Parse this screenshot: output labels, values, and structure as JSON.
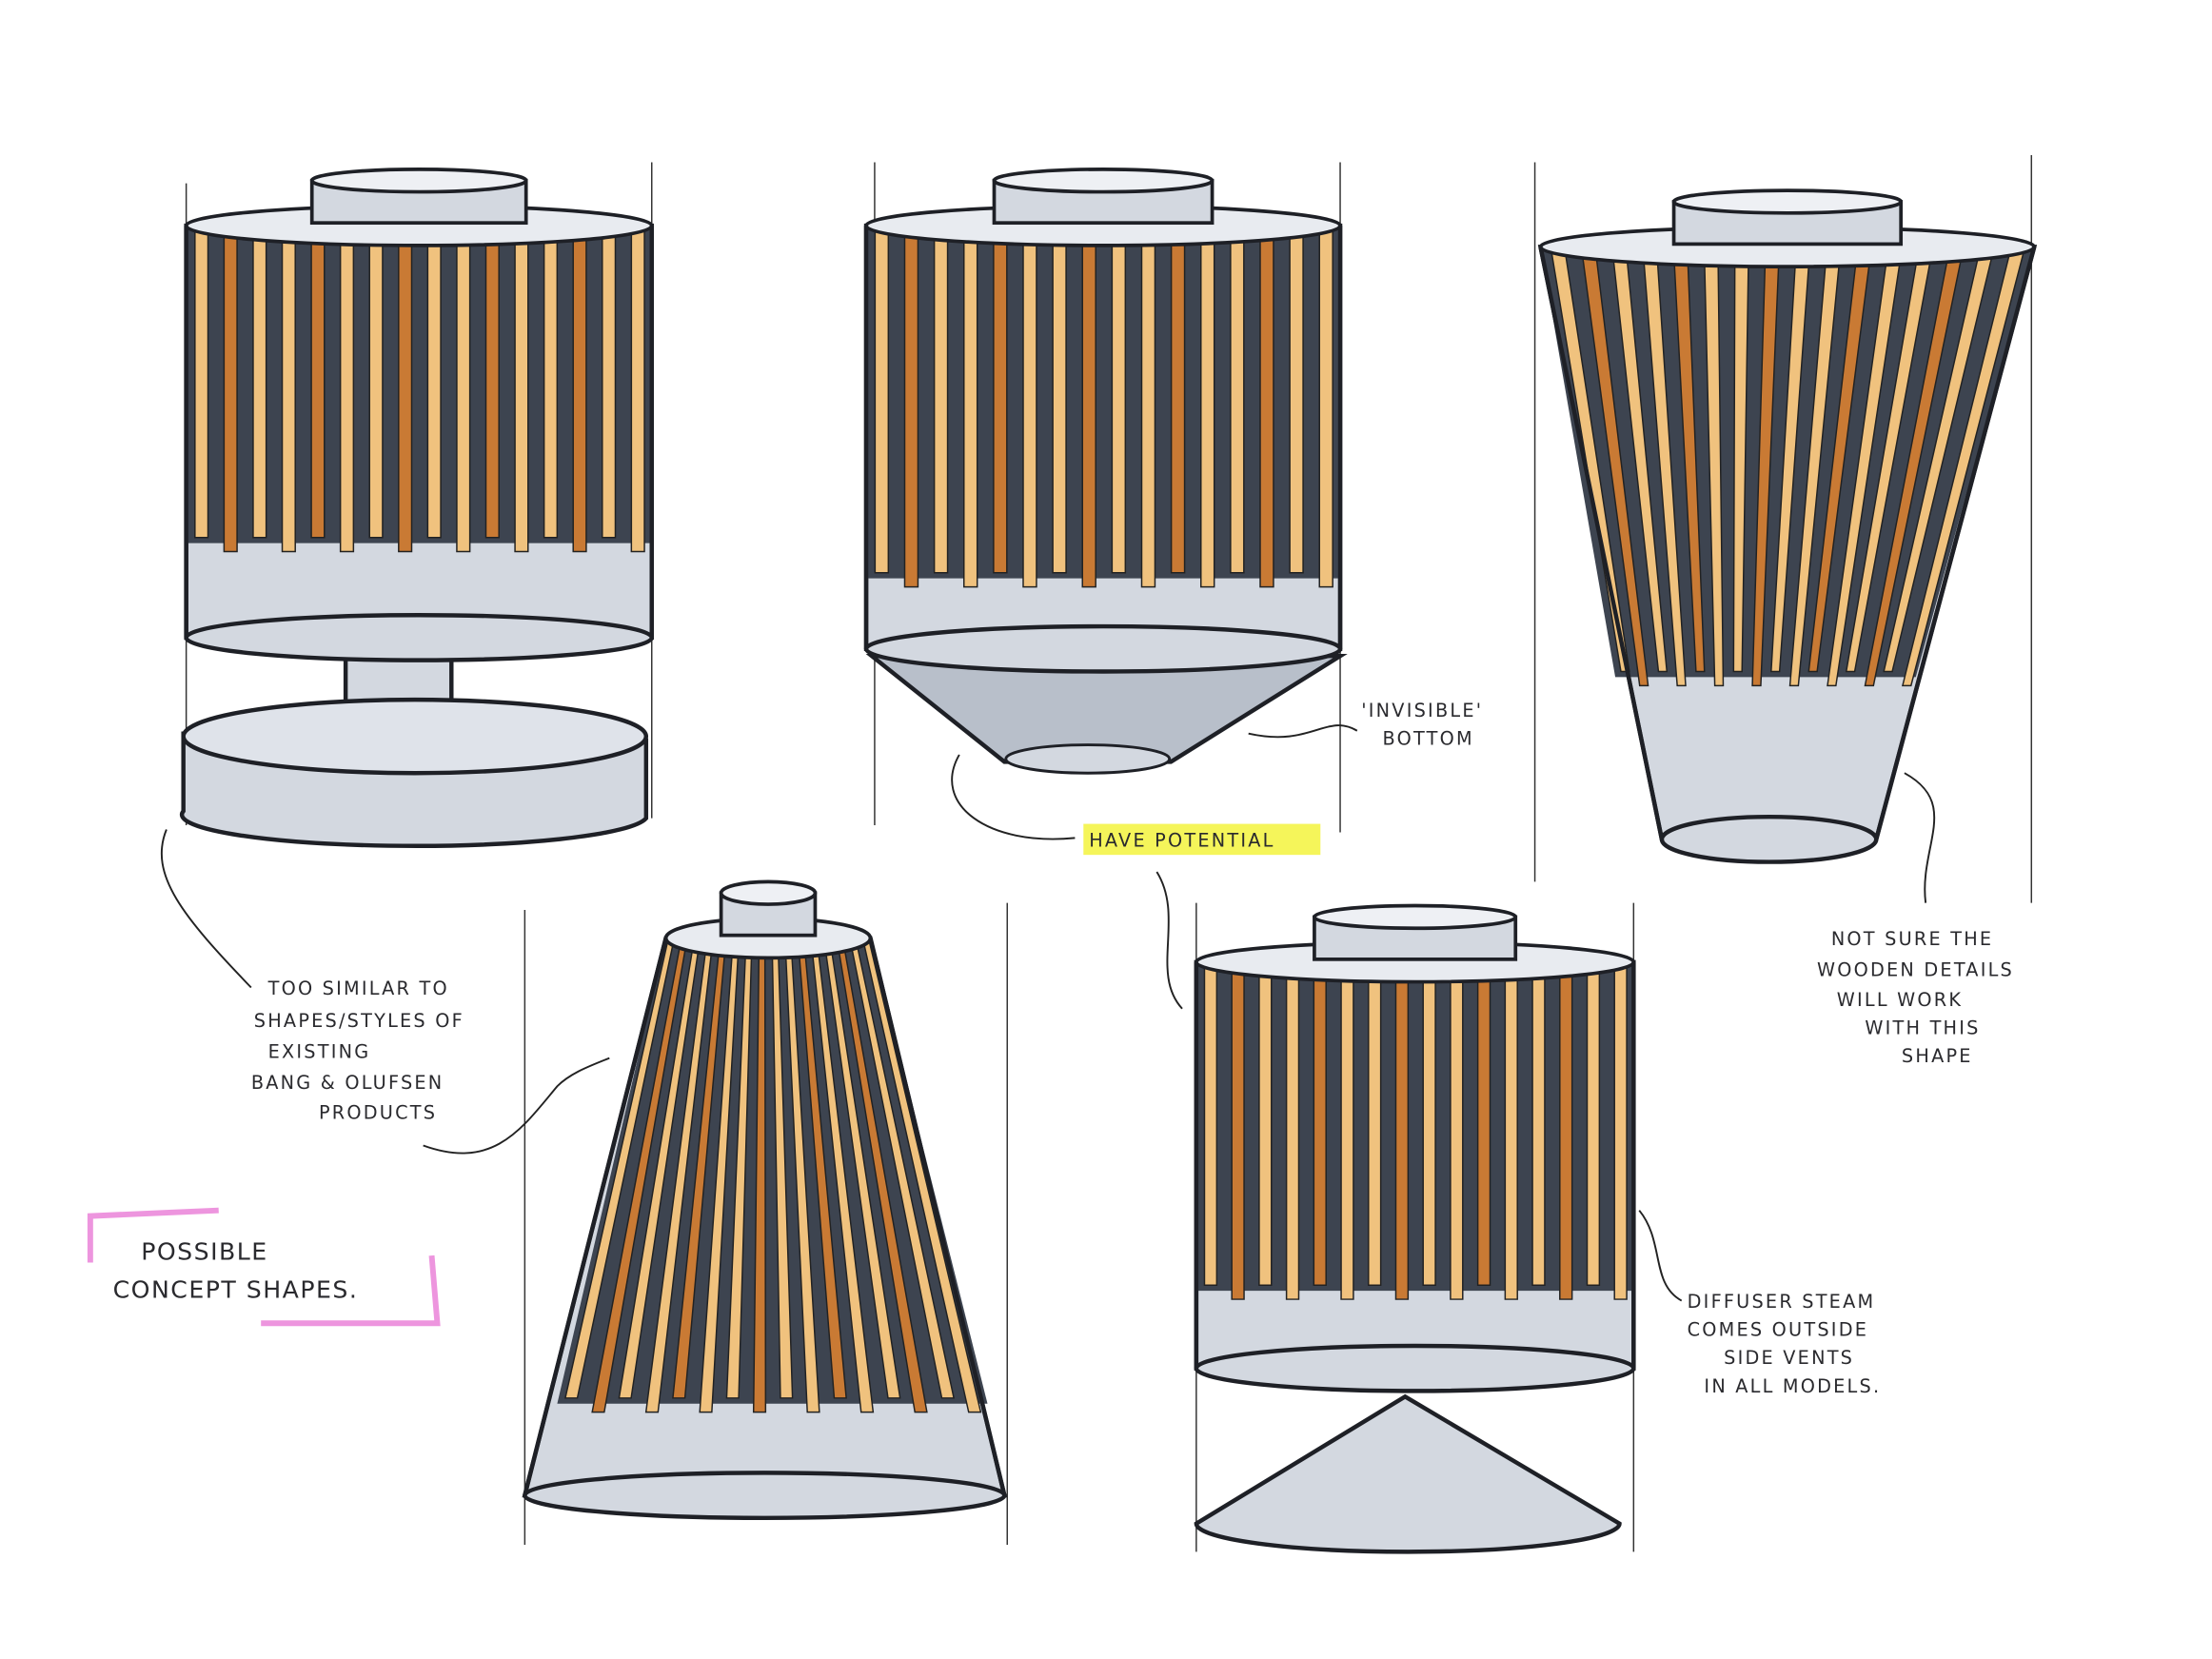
{
  "title": {
    "lines": [
      "POSSIBLE",
      "CONCEPT SHAPES."
    ]
  },
  "annotations": {
    "invisible_bottom": [
      "'INVISIBLE'",
      "BOTTOM"
    ],
    "have_potential": "HAVE POTENTIAL",
    "not_sure": [
      "NOT SURE THE",
      "WOODEN DETAILS",
      "WILL WORK",
      "WITH THIS",
      "SHAPE"
    ],
    "too_similar": [
      "TOO SIMILAR TO",
      "SHAPES/STYLES OF",
      "EXISTING",
      "BANG & OLUFSEN",
      "PRODUCTS"
    ],
    "diffuser": [
      "DIFFUSER STEAM",
      "COMES OUTSIDE",
      "SIDE VENTS",
      "IN ALL MODELS."
    ]
  },
  "colors": {
    "dark_body": "#3d4450",
    "glass": "#d3d8e0",
    "wood_light": "#f0c27e",
    "wood_dark": "#c97a34",
    "outline": "#1e2026",
    "highlight_yellow": "#f5f55a",
    "pink_marker": "#e87ad6"
  }
}
